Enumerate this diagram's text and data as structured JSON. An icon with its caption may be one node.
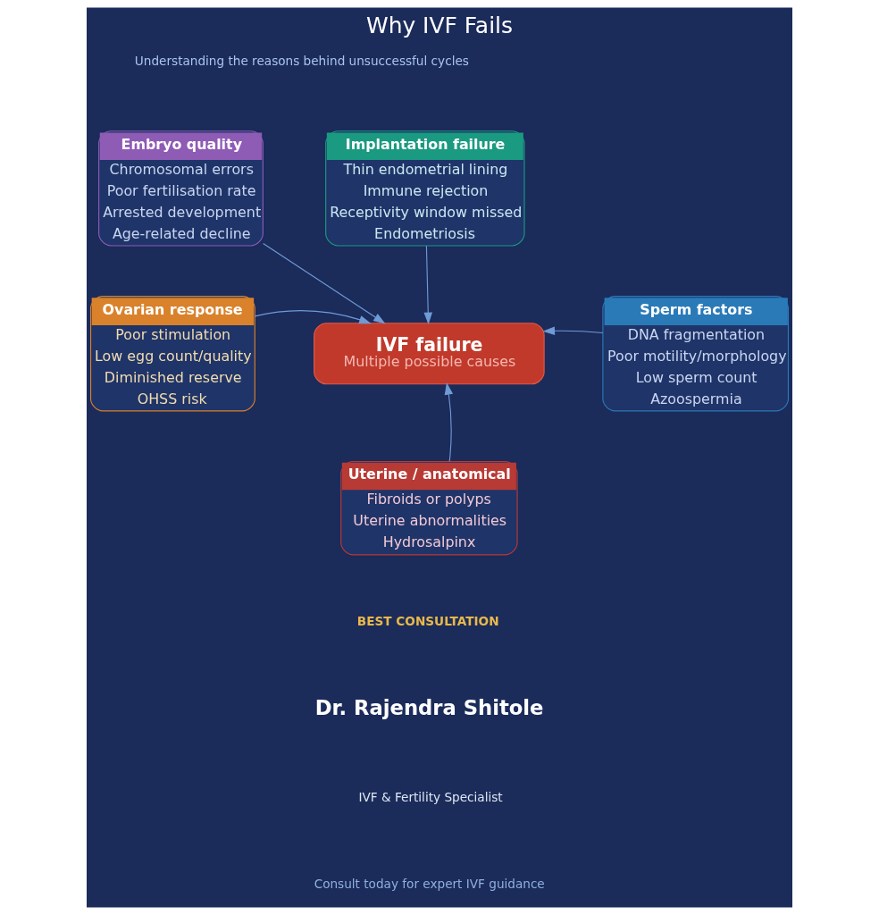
{
  "diagram": {
    "title": "Why IVF Fails",
    "nodes": [
      {
        "text": [
          "Embryo quality",
          "Chromosomal errors",
          "Poor fertilisation rate",
          "Arrested development",
          "Age-related decline"
        ]
      },
      {
        "text": [
          "Implantation failure",
          "Thin endometrial lining",
          "Immune rejection",
          "Receptivity window missed",
          "Endometriosis"
        ]
      },
      {
        "text": [
          "Ovarian response",
          "Poor stimulation",
          "Low egg count/quality",
          "Diminished reserve",
          "OHSS risk"
        ]
      },
      {
        "text": [
          "IVF failure",
          "Multiple possible causes"
        ]
      },
      {
        "text": [
          "Sperm factors",
          "DNA fragmentation",
          "Poor motility/morphology",
          "Low sperm count",
          "Azoospermia"
        ]
      },
      {
        "text": [
          "Uterine / anatomical",
          "Fibroids or polyps",
          "Uterine abnormalities",
          "Hydrosalpinx"
        ]
      }
    ],
    "edges": [
      {
        "from": 0,
        "to": 3,
        "arrow": "to"
      },
      {
        "from": 1,
        "to": 3,
        "arrow": "to"
      },
      {
        "from": 2,
        "to": 3,
        "arrow": "to"
      },
      {
        "from": 4,
        "to": 3,
        "arrow": "to"
      },
      {
        "from": 5,
        "to": 3,
        "arrow": "to"
      }
    ],
    "labels": [
      "Understanding the reasons behind unsuccessful cycles",
      "BEST CONSULTATION",
      "Dr. Rajendra Shitole",
      "IVF & Fertility Specialist",
      "Consult today for expert IVF guidance"
    ]
  }
}
